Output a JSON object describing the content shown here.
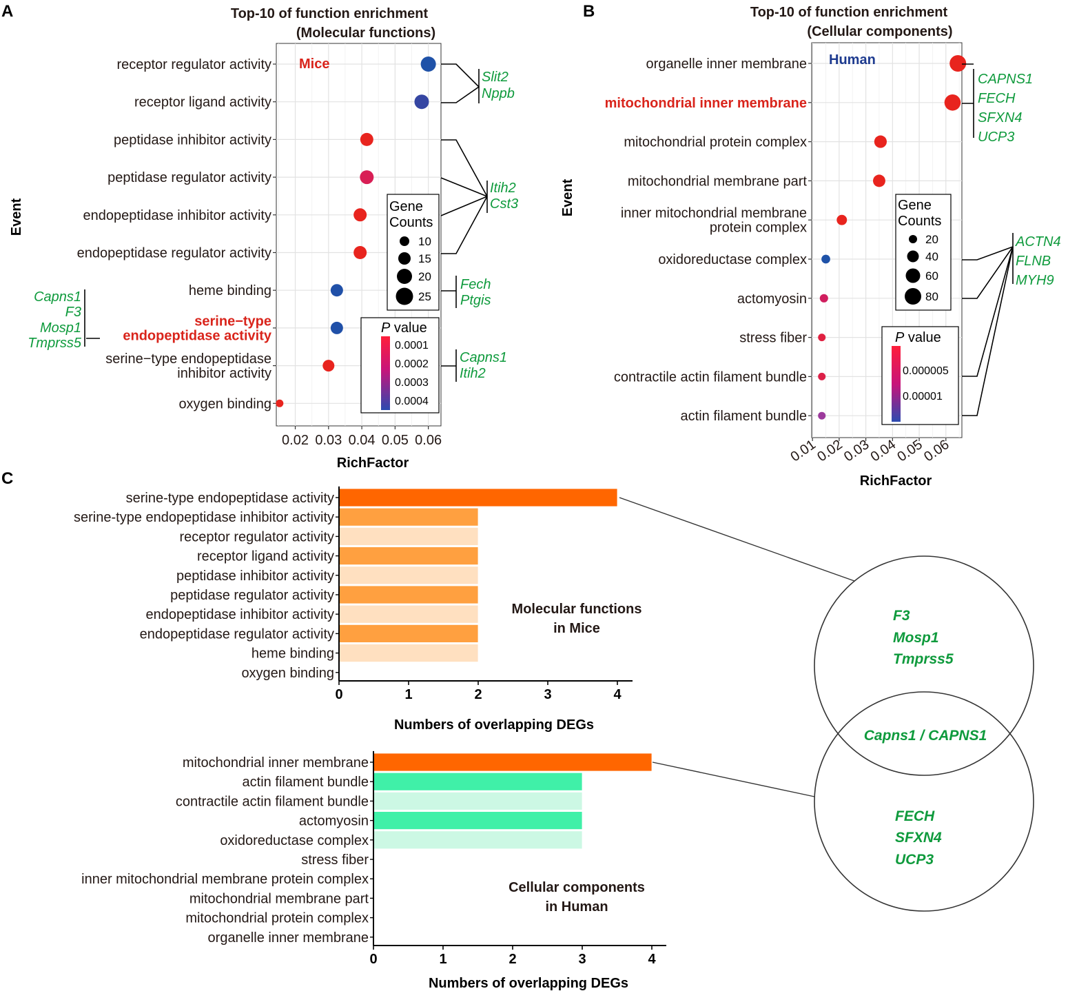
{
  "colors": {
    "red_label": "#d9241b",
    "green_gene": "#0e9a3c",
    "blue_label": "#1d3a8f",
    "point_high": "#e8231f",
    "point_mid": "#c4147a",
    "point_low": "#2050a8",
    "bar_orange_dark": "#ff6600",
    "bar_orange_mid": "#ffa040",
    "bar_orange_light": "#ffe0c0",
    "bar_green_dark": "#40f0a8",
    "bar_green_light": "#ccf8e4"
  },
  "panels": {
    "a": "A",
    "b": "B",
    "c": "C"
  },
  "genes": {
    "a": {
      "slit2": "Slit2",
      "nppb": "Nppb",
      "itih2": "Itih2",
      "cst3": "Cst3",
      "fech": "Fech",
      "ptgis": "Ptgis",
      "capns1": "Capns1",
      "itih2b": "Itih2",
      "left": [
        "Capns1",
        "F3",
        "Mosp1",
        "Tmprss5"
      ]
    },
    "b": {
      "top": [
        "CAPNS1",
        "FECH",
        "SFXN4",
        "UCP3"
      ],
      "right": [
        "ACTN4",
        "FLNB",
        "MYH9"
      ]
    }
  },
  "venn": {
    "top": [
      "F3",
      "Mosp1",
      "Tmprss5"
    ],
    "overlap": "Capns1 / CAPNS1",
    "bottom": [
      "FECH",
      "SFXN4",
      "UCP3"
    ]
  },
  "chart_data": [
    {
      "type": "scatter",
      "title": "Top-10 of function enrichment",
      "subtitle": "(Molecular functions)",
      "xlabel": "RichFactor",
      "ylabel": "Event",
      "annotation": "Mice",
      "x_ticks": [
        0.02,
        0.03,
        0.04,
        0.05,
        0.06
      ],
      "xlim": [
        0.0143,
        0.0638
      ],
      "grid": true,
      "legend_size_title": [
        "Gene",
        "Counts"
      ],
      "legend_size": [
        10,
        15,
        20,
        25
      ],
      "legend_color_title_p": "P",
      "legend_color_title_rest": " value",
      "legend_color_ticks": [
        "0.0001",
        "0.0002",
        "0.0003",
        "0.0004"
      ],
      "categories": [
        {
          "label": [
            "receptor regulator activity"
          ],
          "x": 0.06,
          "count": 18,
          "color": "#1f52a8"
        },
        {
          "label": [
            "receptor ligand activity"
          ],
          "x": 0.058,
          "count": 17,
          "color": "#3546a2"
        },
        {
          "label": [
            "peptidase inhibitor activity"
          ],
          "x": 0.0415,
          "count": 15,
          "color": "#e8241e"
        },
        {
          "label": [
            "peptidase regulator activity"
          ],
          "x": 0.0415,
          "count": 16,
          "color": "#d81e55"
        },
        {
          "label": [
            "endopeptidase inhibitor activity"
          ],
          "x": 0.0395,
          "count": 15,
          "color": "#e8241e"
        },
        {
          "label": [
            "endopeptidase regulator activity"
          ],
          "x": 0.0395,
          "count": 15,
          "color": "#e8241e"
        },
        {
          "label": [
            "heme binding"
          ],
          "x": 0.0325,
          "count": 14,
          "color": "#2050a8"
        },
        {
          "label": [
            "serine−type",
            "endopeptidase activity"
          ],
          "x": 0.0325,
          "count": 14,
          "color": "#2050a8",
          "highlight": true
        },
        {
          "label": [
            "serine−type endopeptidase",
            "inhibitor activity"
          ],
          "x": 0.03,
          "count": 13,
          "color": "#e8241e"
        },
        {
          "label": [
            "oxygen binding"
          ],
          "x": 0.0153,
          "count": 7,
          "color": "#e8241e"
        }
      ]
    },
    {
      "type": "scatter",
      "title": "Top-10 of function enrichment",
      "subtitle": "(Cellular components)",
      "xlabel": "RichFactor",
      "ylabel": "Event",
      "annotation": "Human",
      "x_ticks": [
        0.01,
        0.02,
        0.03,
        0.04,
        0.05,
        0.06
      ],
      "xlim": [
        0.0097,
        0.066
      ],
      "grid": true,
      "legend_size_title": [
        "Gene",
        "Counts"
      ],
      "legend_size": [
        20,
        40,
        60,
        80
      ],
      "legend_color_title_p": "P",
      "legend_color_title_rest": " value",
      "legend_color_ticks": [
        "0.000005",
        "0.00001"
      ],
      "categories": [
        {
          "label": [
            "organelle inner membrane"
          ],
          "x": 0.0645,
          "count": 82,
          "color": "#e8241e"
        },
        {
          "label": [
            "mitochondrial inner membrane"
          ],
          "x": 0.0625,
          "count": 80,
          "color": "#e8241e",
          "highlight": true
        },
        {
          "label": [
            "mitochondrial protein complex"
          ],
          "x": 0.0355,
          "count": 55,
          "color": "#e8241e"
        },
        {
          "label": [
            "mitochondrial membrane part"
          ],
          "x": 0.035,
          "count": 54,
          "color": "#e8241e"
        },
        {
          "label": [
            "inner mitochondrial membrane",
            "protein complex"
          ],
          "x": 0.021,
          "count": 40,
          "color": "#e8241e"
        },
        {
          "label": [
            "oxidoreductase complex"
          ],
          "x": 0.015,
          "count": 30,
          "color": "#1f52a8"
        },
        {
          "label": [
            "actomyosin"
          ],
          "x": 0.0143,
          "count": 27,
          "color": "#d01e5e"
        },
        {
          "label": [
            "stress fiber"
          ],
          "x": 0.0135,
          "count": 22,
          "color": "#e02040"
        },
        {
          "label": [
            "contractile actin filament bundle"
          ],
          "x": 0.0135,
          "count": 22,
          "color": "#dc2048"
        },
        {
          "label": [
            "actin filament bundle"
          ],
          "x": 0.0135,
          "count": 22,
          "color": "#9c3a9c"
        }
      ]
    },
    {
      "type": "bar",
      "orientation": "horizontal",
      "title": "Molecular functions",
      "subtitle": "in Mice",
      "xlabel": "Numbers of overlapping DEGs",
      "x_ticks": [
        0,
        1,
        2,
        3,
        4
      ],
      "xlim": [
        0,
        4.2
      ],
      "categories": [
        "serine-type endopeptidase activity",
        "serine-type endopeptidase inhibitor activity",
        "receptor regulator activity",
        "receptor ligand activity",
        "peptidase inhibitor activity",
        "peptidase regulator activity",
        "endopeptidase inhibitor activity",
        "endopeptidase regulator activity",
        "heme binding",
        "oxygen binding"
      ],
      "values": [
        4,
        2,
        2,
        2,
        2,
        2,
        2,
        2,
        2,
        0
      ],
      "colors": [
        "#ff6600",
        "#ffa040",
        "#ffe0c0",
        "#ffa040",
        "#ffe0c0",
        "#ffa040",
        "#ffe0c0",
        "#ffa040",
        "#ffe0c0",
        "#ffe0c0"
      ]
    },
    {
      "type": "bar",
      "orientation": "horizontal",
      "title": "Cellular components",
      "subtitle": "in Human",
      "xlabel": "Numbers of overlapping DEGs",
      "x_ticks": [
        0,
        1,
        2,
        3,
        4
      ],
      "xlim": [
        0,
        4.2
      ],
      "categories": [
        "mitochondrial inner membrane",
        "actin filament bundle",
        "contractile actin filament bundle",
        "actomyosin",
        "oxidoreductase complex",
        "stress fiber",
        "inner mitochondrial membrane protein complex",
        "mitochondrial membrane part",
        "mitochondrial protein complex",
        "organelle inner membrane"
      ],
      "values": [
        4,
        3,
        3,
        3,
        3,
        0,
        0,
        0,
        0,
        0
      ],
      "colors": [
        "#ff6600",
        "#40f0a8",
        "#ccf8e4",
        "#40f0a8",
        "#ccf8e4",
        "#ccf8e4",
        "#ccf8e4",
        "#ccf8e4",
        "#ccf8e4",
        "#ccf8e4"
      ]
    }
  ]
}
